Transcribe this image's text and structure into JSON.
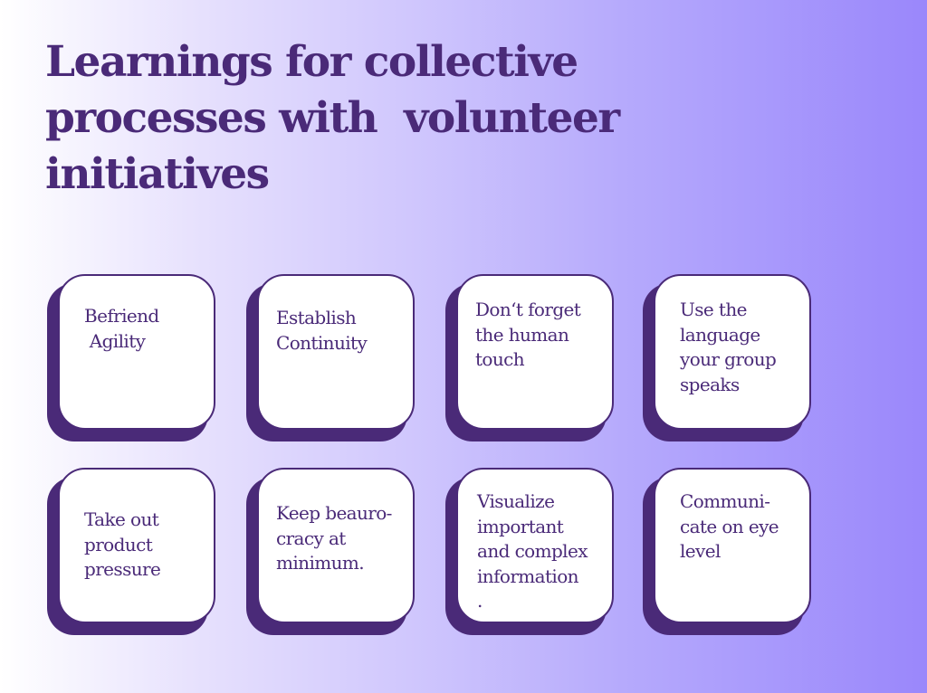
{
  "title": "Learnings for collective\nprocesses with  volunteer\ninitiatives",
  "colors": {
    "text": "#4a2a78",
    "card_bg": "#ffffff",
    "card_shadow": "#4a2a78",
    "gradient_start": "#ffffff",
    "gradient_end": "#9a87fb"
  },
  "cards": [
    {
      "text": "Befriend\n Agility"
    },
    {
      "text": "Establish\nContinuity"
    },
    {
      "text": "Don‘t forget\nthe human\ntouch"
    },
    {
      "text": "Use the\nlanguage\nyour group\nspeaks"
    },
    {
      "text": "Take out\nproduct\npressure"
    },
    {
      "text": "Keep beauro-\ncracy at\nminimum."
    },
    {
      "text": "Visualize\nimportant\nand complex\ninformation\n."
    },
    {
      "text": "Communi-\ncate on eye\nlevel"
    }
  ]
}
